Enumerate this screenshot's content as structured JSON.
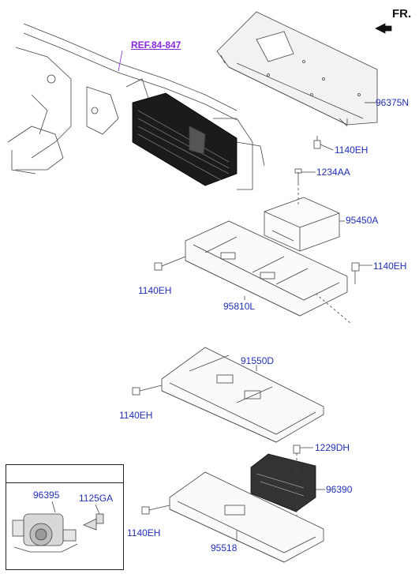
{
  "header": {
    "direction": "FR."
  },
  "reference": {
    "text": "REF.84-847"
  },
  "parts": {
    "p96375N": "96375N",
    "p1140EH_top": "1140EH",
    "p1234AA": "1234AA",
    "p95450A": "95450A",
    "p1140EH_left1": "1140EH",
    "p1140EH_right": "1140EH",
    "p95810L": "95810L",
    "p91550D": "91550D",
    "p1140EH_left2": "1140EH",
    "p1229DH": "1229DH",
    "p96390": "96390",
    "p1140EH_left3": "1140EH",
    "p95518": "95518"
  },
  "inset": {
    "p96395": "96395",
    "p1125GA": "1125GA"
  },
  "colors": {
    "label": "#1f2fb8",
    "reference": "#8a2be2",
    "line": "#333333"
  }
}
